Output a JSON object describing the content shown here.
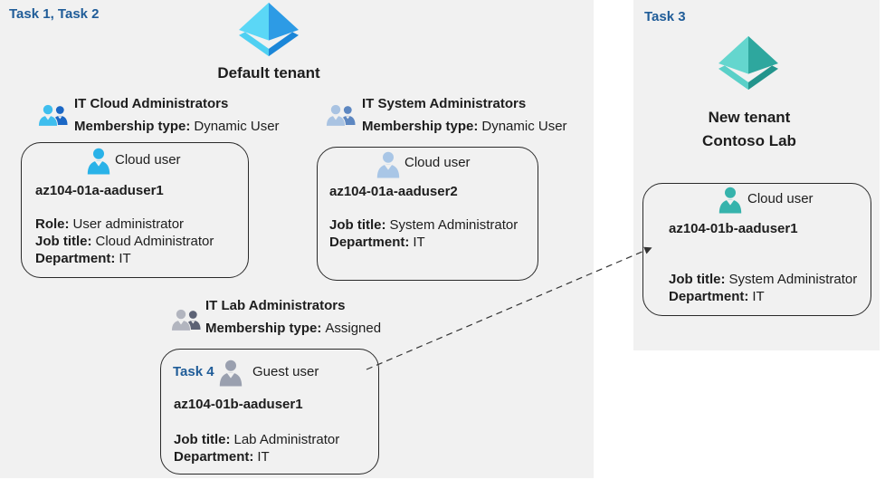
{
  "colors": {
    "page-bg": "#ffffff",
    "region-bg": "#f1f1f1",
    "task-blue": "#1f5c98",
    "text": "#1d1d1d",
    "card-border": "#2a2a2a",
    "arrow": "#333333",
    "group1-front": "#3fbeee",
    "group1-back": "#1b67c5",
    "group2-front": "#a9c3e2",
    "group2-back": "#5d87c1",
    "group3-front": "#b2b5bf",
    "group3-back": "#5c6275",
    "user-cloud-bright": "#29b2e8",
    "user-cloud-soft": "#a9c6e6",
    "user-guest": "#9aa0af",
    "user-teal": "#36b3ac",
    "ad-blue-light": "#5bd7f6",
    "ad-blue-dark": "#2d9be5",
    "ad-blue-chevl": "#4fd0f2",
    "ad-blue-chevr": "#1b86d8",
    "ad-teal-light": "#64d6ce",
    "ad-teal-dark": "#2ea79e",
    "ad-teal-chevl": "#5ad0c8",
    "ad-teal-chevr": "#23948c"
  },
  "left_region": {
    "task_label": "Task 1, Task 2",
    "tenant": {
      "title": "Default tenant",
      "icon": "azure-ad-tenant-icon"
    },
    "groups": [
      {
        "name": "IT Cloud Administrators",
        "membership_label": "Membership type:",
        "membership_value": "Dynamic User",
        "icon": "group-icon"
      },
      {
        "name": "IT System Administrators",
        "membership_label": "Membership type:",
        "membership_value": "Dynamic User",
        "icon": "group-icon"
      },
      {
        "name": "IT Lab Administrators",
        "membership_label": "Membership type:",
        "membership_value": "Assigned",
        "icon": "group-icon"
      }
    ],
    "cards": [
      {
        "user_type": "Cloud user",
        "icon": "user-icon",
        "username": "az104-01a-aaduser1",
        "fields": [
          {
            "label": "Role:",
            "value": "User administrator"
          },
          {
            "label": "Job title:",
            "value": "Cloud Administrator"
          },
          {
            "label": "Department:",
            "value": "IT"
          }
        ]
      },
      {
        "user_type": "Cloud user",
        "icon": "user-icon",
        "username": "az104-01a-aaduser2",
        "fields": [
          {
            "label": "Job title:",
            "value": "System Administrator"
          },
          {
            "label": "Department:",
            "value": "IT"
          }
        ]
      },
      {
        "badge": "Task 4",
        "user_type": "Guest user",
        "icon": "user-icon",
        "username": "az104-01b-aaduser1",
        "fields": [
          {
            "label": "Job title:",
            "value": "Lab Administrator"
          },
          {
            "label": "Department:",
            "value": "IT"
          }
        ]
      }
    ]
  },
  "right_region": {
    "task_label": "Task 3",
    "tenant": {
      "title_line1": "New tenant",
      "title_line2": "Contoso Lab",
      "icon": "azure-ad-tenant-icon"
    },
    "card": {
      "user_type": "Cloud user",
      "icon": "user-icon",
      "username": "az104-01b-aaduser1",
      "fields": [
        {
          "label": "Job title:",
          "value": "System Administrator"
        },
        {
          "label": "Department:",
          "value": "IT"
        }
      ]
    }
  },
  "arrow": {
    "from": "guest-user-card",
    "to": "new-tenant-user-card",
    "style": "dashed"
  }
}
